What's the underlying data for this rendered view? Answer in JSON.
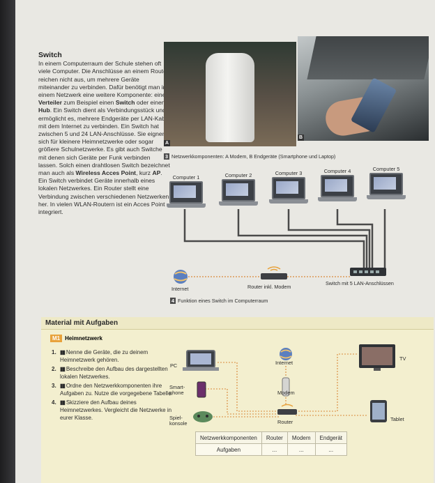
{
  "section": {
    "heading": "Switch",
    "paragraph_parts": [
      {
        "t": "In einem Computerraum der Schule stehen oft viele Computer. Die Anschlüsse an einem Router reichen nicht aus, um mehrere Geräte miteinander zu verbinden. Dafür benötigt man in einem Netzwerk eine weitere Komponente: einen ",
        "b": false
      },
      {
        "t": "Verteiler",
        "b": true
      },
      {
        "t": " zum Beispiel einen ",
        "b": false
      },
      {
        "t": "Switch",
        "b": true
      },
      {
        "t": " oder einen ",
        "b": false
      },
      {
        "t": "Hub",
        "b": true
      },
      {
        "t": ". Ein Switch dient als Verbindungsstück und ermöglicht es, mehrere Endgeräte per LAN-Kabel mit dem Internet zu verbinden. Ein Switch hat zwischen 5 und 24 LAN-Anschlüsse. Sie eignen sich für kleinere Heimnetzwerke oder sogar größere Schulnetzwerke. Es gibt auch Switche mit denen sich Geräte per Funk verbinden lassen. Solch einen drahtlosen Switch bezeichnet man auch als ",
        "b": false
      },
      {
        "t": "Wireless Acces Point",
        "b": true
      },
      {
        "t": ", kurz ",
        "b": false
      },
      {
        "t": "AP",
        "b": true
      },
      {
        "t": ". Ein Switch verbindet Geräte innerhalb eines lokalen Netzwerkes. Ein Router stellt eine Verbindung zwischen verschiedenen Netzwerken her. In vielen WLAN-Routern ist ein Acces Point integriert.",
        "b": false
      }
    ]
  },
  "figure3": {
    "label_a": "A",
    "label_b": "B",
    "num": "3",
    "caption": "Netzwerkkomponenten: A Modem, B Endgeräte (Smartphone und Laptop)"
  },
  "figure4": {
    "num": "4",
    "caption": "Funktion eines Switch im Computerraum",
    "computers": [
      "Computer 1",
      "Computer 2",
      "Computer 3",
      "Computer 4",
      "Computer 5"
    ],
    "internet": "Internet",
    "router": "Router inkl. Modem",
    "switch": "Switch mit 5 LAN-Anschlüssen"
  },
  "material": {
    "heading": "Material mit Aufgaben",
    "m1_tag": "M1",
    "m1_title": "Heimnetzwerk",
    "tasks": [
      {
        "n": "1.",
        "text": "Nenne die Geräte, die zu deinem Heimnetzwerk gehören."
      },
      {
        "n": "2.",
        "text": "Beschreibe den Aufbau des dargestellten lokalen Netzwerkes."
      },
      {
        "n": "3.",
        "text": "Ordne den Netzwerkkomponenten ihre Aufgaben zu. Nutze die vorgegebene Tabelle."
      },
      {
        "n": "4.",
        "text": "Skizziere den Aufbau deines Heimnetzwerkes. Vergleicht die Netzwerke in eurer Klasse."
      }
    ],
    "diagram": {
      "pc": "PC",
      "smartphone": "Smart-\nphone",
      "konsole": "Spiel-\nkonsole",
      "internet": "Internet",
      "modem": "Modem",
      "router": "Router",
      "tv": "TV",
      "tablet": "Tablet"
    },
    "table": {
      "header": [
        "Netzwerkkomponenten",
        "Router",
        "Modem",
        "Endgerät"
      ],
      "row": [
        "Aufgaben",
        "...",
        "...",
        "..."
      ]
    }
  },
  "colors": {
    "page": "#e9e8e3",
    "material_bg": "#f3efcf",
    "accent_orange": "#e8a23b",
    "line_orange": "#d9893a"
  }
}
